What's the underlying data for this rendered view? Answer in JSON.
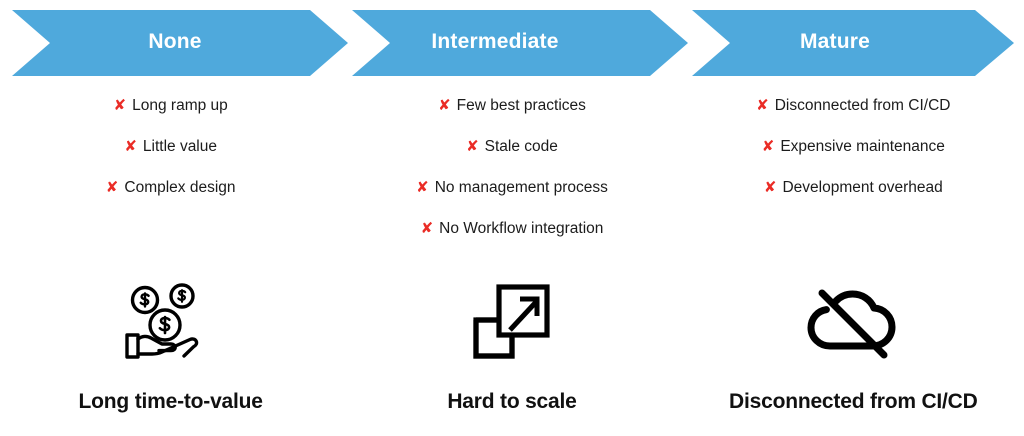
{
  "theme": {
    "banner_blue": "#4fa9dc",
    "x_red": "#ea2c26",
    "text_dark": "#1c1c1c",
    "caption_dark": "#111111",
    "background": "#ffffff",
    "icon_stroke": "#000000"
  },
  "banner": {
    "stages": [
      {
        "label": "None"
      },
      {
        "label": "Intermediate"
      },
      {
        "label": "Mature"
      }
    ]
  },
  "columns": [
    {
      "stage": "None",
      "bullet_marker": "✘",
      "bullets": [
        "Long ramp up",
        "Little value",
        "Complex design"
      ]
    },
    {
      "stage": "Intermediate",
      "bullet_marker": "✘",
      "bullets": [
        "Few best practices",
        "Stale code",
        "No management process",
        "No Workflow integration"
      ]
    },
    {
      "stage": "Mature",
      "bullet_marker": "✘",
      "bullets": [
        "Disconnected from CI/CD",
        "Expensive maintenance",
        "Development overhead"
      ]
    }
  ],
  "outcomes": [
    {
      "icon": "hand-holding-money-icon",
      "caption": "Long time-to-value"
    },
    {
      "icon": "scale-arrow-squares-icon",
      "caption": "Hard to scale"
    },
    {
      "icon": "cloud-off-icon",
      "caption": "Disconnected from CI/CD"
    }
  ]
}
